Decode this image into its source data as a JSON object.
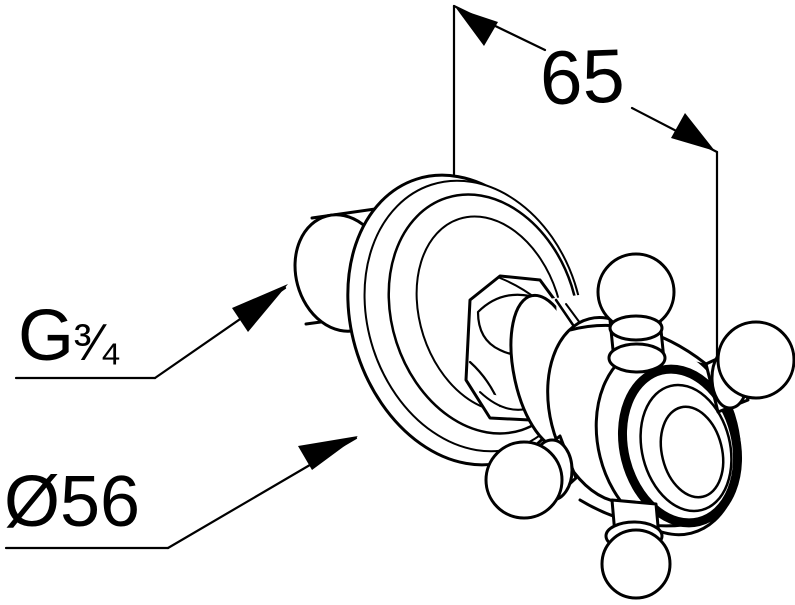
{
  "dimensions": {
    "depth_label": "65",
    "thread_label_main": "G",
    "thread_label_fraction": "³⁄₄",
    "rosette_diameter_label": "Ø56"
  },
  "colors": {
    "line": "#000000",
    "background": "#ffffff"
  }
}
